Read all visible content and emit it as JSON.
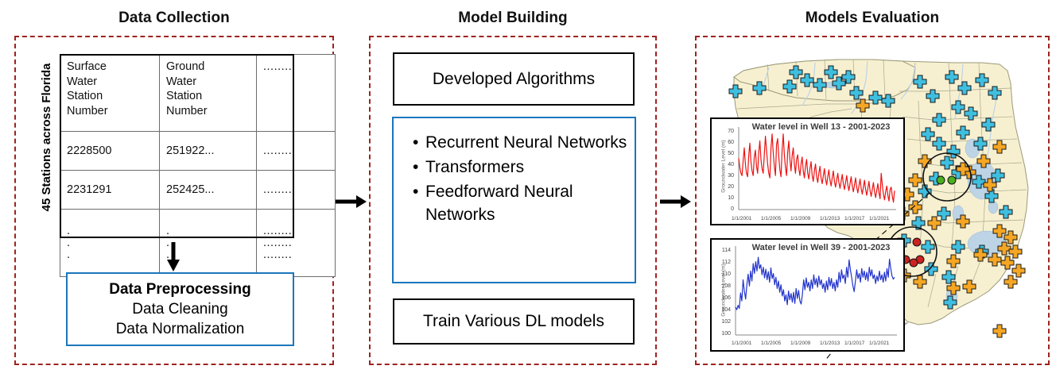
{
  "panels": [
    {
      "title": "Data Collection"
    },
    {
      "title": "Model Building"
    },
    {
      "title": "Models Evaluation"
    }
  ],
  "data_collection": {
    "side_label": "45 Stations across Florida",
    "table": {
      "headers": [
        "Surface Water Station Number",
        "Ground Water Station Number",
        "........"
      ],
      "header_lines": [
        [
          "Surface",
          "Water",
          "Station",
          "Number"
        ],
        [
          "Ground",
          "Water",
          "Station",
          "Number"
        ],
        [
          "........"
        ]
      ],
      "rows": [
        [
          "2228500",
          "251922...",
          "........"
        ],
        [
          "2231291",
          "252425...",
          "........"
        ]
      ],
      "continuation": [
        [
          ".",
          ".",
          "........"
        ],
        [
          ".",
          ".",
          "........"
        ],
        [
          ".",
          ".",
          "........"
        ]
      ]
    },
    "preprocessing": {
      "title": "Data Preprocessing",
      "lines": [
        "Data Cleaning",
        "Data Normalization"
      ]
    }
  },
  "model_building": {
    "developed_algorithms": "Developed Algorithms",
    "algorithms": [
      "Recurrent Neural Networks",
      "Transformers",
      "Feedforward Neural Networks"
    ],
    "train_models": "Train Various DL models"
  },
  "models_evaluation": {
    "map": {
      "region": "Florida",
      "marker_colors": {
        "surface_water": "#3fbfe0",
        "ground_water": "#f5a623",
        "highlight_green": "#4caf1f",
        "highlight_red": "#cc2222"
      },
      "land_color": "#f7f0d0",
      "water_color": "#bcd4e6"
    }
  },
  "chart_data": [
    {
      "type": "line",
      "title": "Water level in Well 13 - 2001-2023",
      "xlabel": "",
      "ylabel": "Groundwater Level (m)",
      "color": "#ee1111",
      "ylim": [
        0,
        70
      ],
      "yticks": [
        0,
        10,
        20,
        30,
        40,
        50,
        60,
        70
      ],
      "xticks": [
        "1/1/2001",
        "1/1/2005",
        "1/1/2009",
        "1/1/2013",
        "1/1/2017",
        "1/1/2021"
      ],
      "x_start": "1/1/2001",
      "x_end": "2023",
      "grid": false,
      "legend": "none",
      "series": [
        {
          "name": "Well 13",
          "values": [
            43,
            35,
            30,
            28,
            41,
            52,
            38,
            30,
            27,
            45,
            56,
            40,
            32,
            28,
            44,
            50,
            36,
            30,
            48,
            58,
            42,
            34,
            30,
            46,
            62,
            50,
            38,
            30,
            26,
            52,
            64,
            48,
            36,
            28,
            55,
            60,
            44,
            33,
            27,
            50,
            64,
            46,
            35,
            28,
            48,
            58,
            42,
            32,
            45,
            52,
            38,
            30,
            42,
            46,
            34,
            28,
            38,
            44,
            32,
            26,
            36,
            42,
            30,
            25,
            34,
            40,
            28,
            23,
            32,
            38,
            27,
            22,
            30,
            36,
            26,
            21,
            28,
            34,
            25,
            20,
            27,
            33,
            24,
            19,
            26,
            32,
            23,
            18,
            24,
            30,
            22,
            17,
            23,
            29,
            21,
            16,
            22,
            28,
            20,
            15,
            21,
            27,
            19,
            14,
            20,
            26,
            18,
            13,
            19,
            25,
            17,
            12,
            18,
            24,
            16,
            11,
            17,
            23,
            15,
            10,
            16,
            22,
            14,
            9,
            15,
            21,
            13,
            8,
            30,
            20,
            12,
            7,
            14,
            19,
            11,
            6,
            16,
            18,
            10,
            5,
            15
          ]
        }
      ]
    },
    {
      "type": "line",
      "title": "Water level in Well 39 - 2001-2023",
      "xlabel": "",
      "ylabel": "Groundwater Level (m)",
      "color": "#2233cc",
      "ylim": [
        100,
        114
      ],
      "yticks": [
        100,
        102,
        104,
        106,
        108,
        110,
        112,
        114
      ],
      "xticks": [
        "1/1/2001",
        "1/1/2005",
        "1/1/2009",
        "1/1/2013",
        "1/1/2017",
        "1/1/2021"
      ],
      "x_start": "1/1/2001",
      "x_end": "2023",
      "grid": false,
      "legend": "none",
      "series": [
        {
          "name": "Well 39",
          "values": [
            104.2,
            103.8,
            104.5,
            104.0,
            106.5,
            105.2,
            108.6,
            106.8,
            105.5,
            107.8,
            109.5,
            107.6,
            110.0,
            108.4,
            111.2,
            109.6,
            111.5,
            110.0,
            112.2,
            110.4,
            111.0,
            109.4,
            110.6,
            108.9,
            110.3,
            108.6,
            109.9,
            108.2,
            110.5,
            108.8,
            109.6,
            107.8,
            109.0,
            107.2,
            108.4,
            106.6,
            107.8,
            106.0,
            107.0,
            105.2,
            106.2,
            104.6,
            106.8,
            105.4,
            106.4,
            105.0,
            106.6,
            104.8,
            107.2,
            105.6,
            106.9,
            105.2,
            104.7,
            106.3,
            108.6,
            107.0,
            108.9,
            107.4,
            108.2,
            106.8,
            108.6,
            107.2,
            109.4,
            107.8,
            108.8,
            107.4,
            109.2,
            107.8,
            108.6,
            107.2,
            108.0,
            106.6,
            108.4,
            107.0,
            109.0,
            107.6,
            108.8,
            107.2,
            108.2,
            106.8,
            108.6,
            107.4,
            109.8,
            108.2,
            110.2,
            108.8,
            109.4,
            108.0,
            110.6,
            109.0,
            111.8,
            110.2,
            109.0,
            107.6,
            106.7,
            108.4,
            110.2,
            108.8,
            109.6,
            108.2,
            110.4,
            109.0,
            110.0,
            108.6,
            109.8,
            108.4,
            110.6,
            109.2,
            110.2,
            108.8,
            109.4,
            108.0,
            109.2,
            108.4,
            110.0,
            108.6,
            109.4,
            108.2,
            109.8,
            108.4,
            110.4,
            109.0,
            111.9,
            110.4,
            109.2,
            108.7,
            109.0
          ]
        }
      ]
    }
  ]
}
